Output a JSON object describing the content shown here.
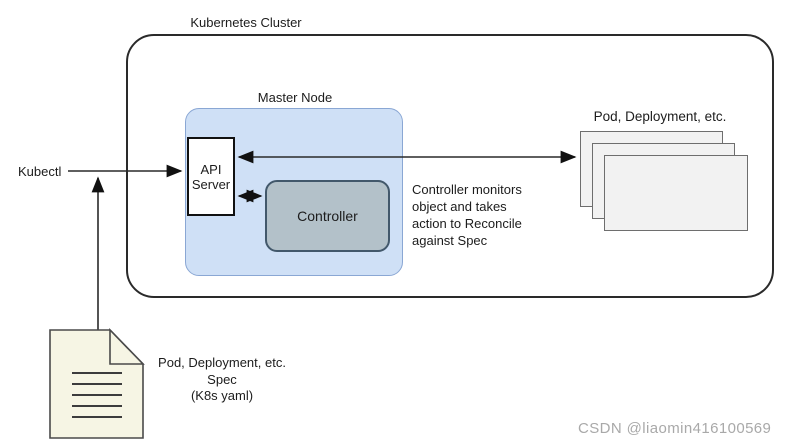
{
  "colors": {
    "line": "#2a2a2a",
    "text": "#1c1c1c",
    "master-fill": "#cfe0f6",
    "master-border": "#8aa7d4",
    "controller-fill": "#b3c1c9",
    "controller-border": "#42586b",
    "pod-fill": "#f2f2f2",
    "pod-border": "#6e6e6e",
    "doc-fill": "#f6f5e4",
    "doc-border": "#4a4a4a",
    "watermark": "#a9a9a9"
  },
  "diagram": {
    "cluster_title": "Kubernetes Cluster",
    "master_node_title": "Master Node",
    "api_server_label": "API\nServer",
    "controller_label": "Controller",
    "kubectl_label": "Kubectl",
    "pods_label": "Pod, Deployment, etc.",
    "controller_note": "Controller monitors\nobject and takes\naction to Reconcile\nagainst Spec",
    "spec_doc_label": "Pod, Deployment, etc.\nSpec\n(K8s yaml)",
    "watermark": "CSDN @liaomin416100569"
  }
}
